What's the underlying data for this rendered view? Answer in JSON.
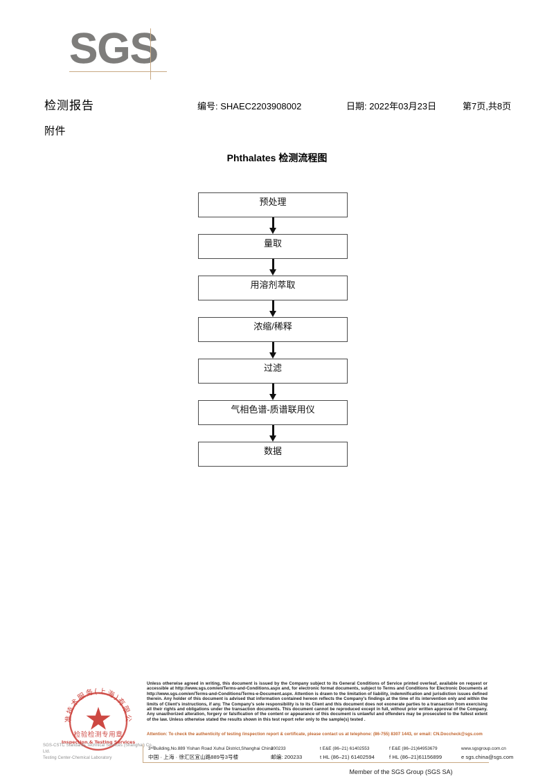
{
  "logo": {
    "wordmark": "SGS"
  },
  "header": {
    "report_title": "检测报告",
    "report_no": "编号: SHAEC2203908002",
    "report_date": "日期: 2022年03月23日",
    "page_info": "第7页,共8页",
    "attachment_label": "附件"
  },
  "flowchart": {
    "title": "Phthalates 检测流程图",
    "nodes": [
      {
        "label": "预处理"
      },
      {
        "label": "量取"
      },
      {
        "label": "用溶剂萃取"
      },
      {
        "label": "浓缩/稀释"
      },
      {
        "label": "过滤"
      },
      {
        "label": "气相色谱-质谱联用仪"
      },
      {
        "label": "数据"
      }
    ]
  },
  "stamp": {
    "outer_text": "SGS-CSTC标准技术服务(上海)有限公司",
    "line_cn": "检验检测专用章",
    "line_en": "Inspection & Testing Services",
    "color": "#c8342e"
  },
  "entity": {
    "line1": "SGS-CSTC Standards Technical Services (Shanghai) Co., Ltd.",
    "line2": "Testing Center-Chemical Laboratory"
  },
  "footer": {
    "legal": "Unless otherwise agreed in writing, this document is issued by the Company subject to its General Conditions of Service printed overleaf, available on request or accessible at http://www.sgs.com/en/Terms-and-Conditions.aspx and, for electronic format documents, subject to Terms and Conditions for Electronic Documents at http://www.sgs.com/en/Terms-and-Conditions/Terms-e-Document.aspx. Attention is drawn to the limitation of liability, indemnification and jurisdiction issues defined therein. Any holder of this document is advised that information contained hereon reflects the Company's findings at the time of its intervention only and within the limits of Client's instructions, if any. The Company's sole responsibility is to its Client and this document does not exonerate parties to a transaction from exercising all their rights and obligations under the transaction documents. This document cannot be reproduced except in full, without prior written approval of the Company. Any unauthorized alteration, forgery or falsification of the content or appearance of this document is unlawful and offenders may be prosecuted to the fullest extent of the law. Unless otherwise stated the results shown in this test report refer only to the sample(s) tested .",
    "attention": "Attention: To check the authenticity of testing /inspection report & certificate, please contact us at telephone: (86-755) 8307 1443, or email: CN.Doccheck@sgs.com",
    "attention_color": "#c0622a",
    "address": {
      "street_en": "3ʳᵈBuilding,No.889 Yishan Road Xuhui District,Shanghai China",
      "zip_en": "200233",
      "tel_en": "t E&E (86–21) 61402553",
      "fax_en": "f E&E (86–21)64953679",
      "web_en": "www.sgsgroup.com.cn",
      "street_cn": "中国 · 上海 · 徐汇区宜山路889号3号楼",
      "zip_cn": "邮编: 200233",
      "tel_cn": "t HL (86–21) 61402594",
      "fax_cn": "f HL (86–21)61156899",
      "web_cn": "e sgs.china@sgs.com"
    },
    "member_line": "Member of the SGS Group (SGS SA)"
  }
}
